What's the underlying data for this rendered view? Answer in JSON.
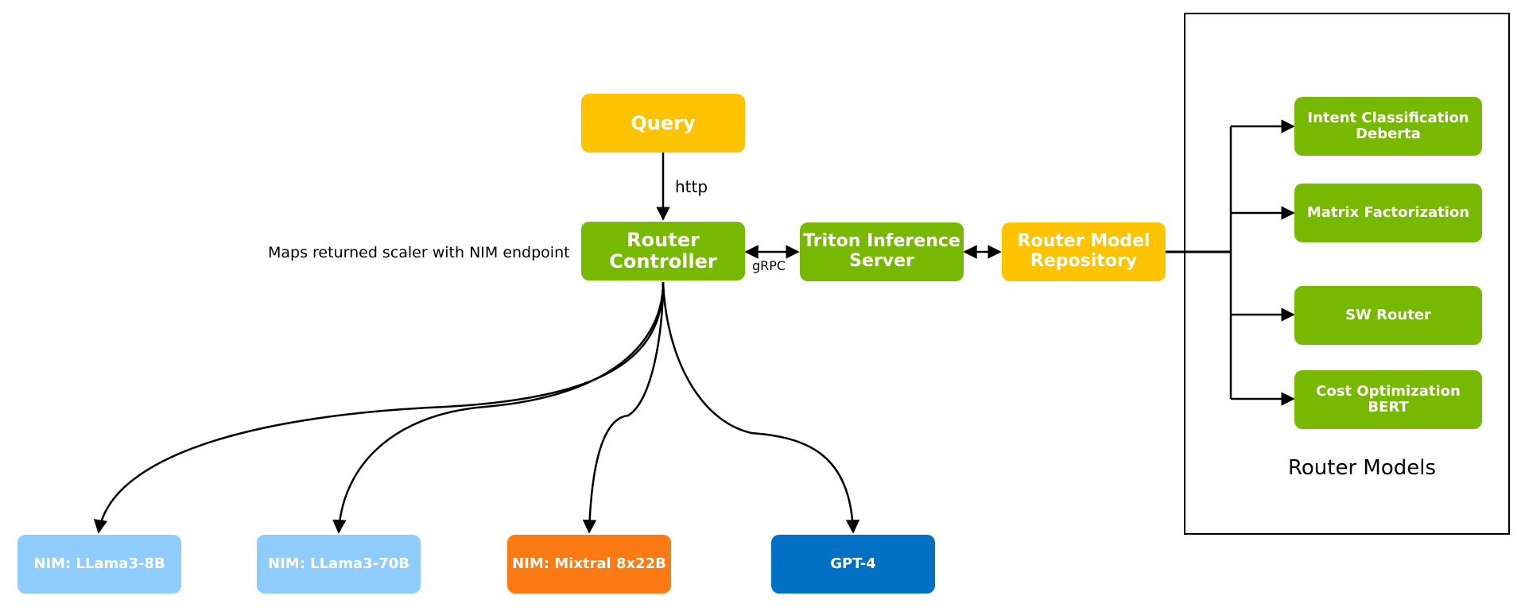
{
  "colors": {
    "green": "#76b900",
    "yellow": "#fdc300",
    "light_blue": "#8dccfc",
    "orange": "#fc7a13",
    "blue": "#0070c4",
    "edge": "#000000"
  },
  "nodes": {
    "query": "Query",
    "router_controller": "Router\nController",
    "triton": "Triton Inference\nServer",
    "repository": "Router Model\nRepository",
    "intent": "Intent Classification\nDeberta",
    "matrix": "Matrix Factorization",
    "sw_router": "SW Router",
    "cost_bert": "Cost Optimization BERT",
    "nim_8b": "NIM: LLama3-8B",
    "nim_70b": "NIM: LLama3-70B",
    "nim_mixtral": "NIM: Mixtral 8x22B",
    "gpt4": "GPT-4"
  },
  "edge_labels": {
    "http": "http",
    "grpc": "gRPC"
  },
  "annotations": {
    "maps_note": "Maps returned scaler with NIM endpoint",
    "panel_title": "Router Models"
  }
}
